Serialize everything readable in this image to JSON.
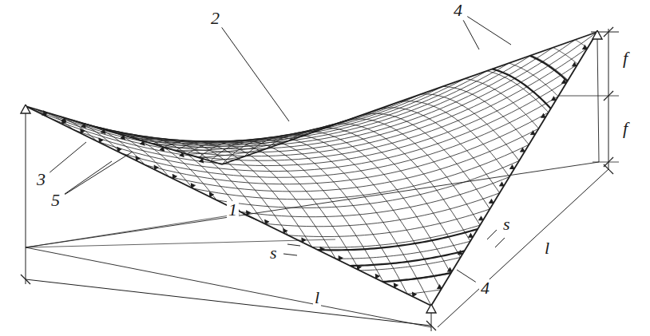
{
  "diagram": {
    "labels": [
      "4",
      "2",
      "f",
      "f",
      "3",
      "5",
      "1",
      "s",
      "s",
      "4",
      "l",
      "l"
    ]
  }
}
